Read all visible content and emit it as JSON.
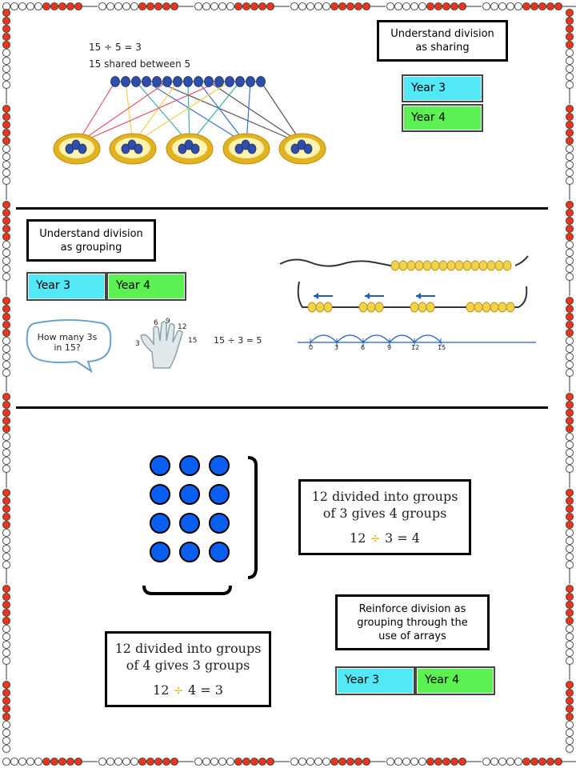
{
  "sections": {
    "sharing": {
      "title": "Understand division as sharing",
      "title_lines": [
        "Understand division",
        "as sharing"
      ],
      "years": [
        "Year 3",
        "Year 4"
      ],
      "illustration": {
        "equation": "15 ÷ 5 = 3",
        "caption": "15 shared between 5",
        "total_beads": 15,
        "groups": 5,
        "per_group": 3
      }
    },
    "grouping": {
      "title_lines": [
        "Understand division",
        "as grouping"
      ],
      "years": [
        "Year 3",
        "Year 4"
      ],
      "illustration": {
        "speech_bubble": "How many 3s in 15?",
        "speech_lines": [
          "How many 3s",
          "in 15?"
        ],
        "hand_numbers": [
          "3",
          "6",
          "9",
          "12",
          "15"
        ],
        "equation": "15 ÷ 3 = 5",
        "number_line": [
          "0",
          "3",
          "6",
          "9",
          "12",
          "15"
        ]
      }
    },
    "arrays": {
      "array": {
        "rows": 4,
        "cols": 3,
        "dot_color": "#0a5ff0"
      },
      "box_right": {
        "lines": [
          "12 divided into groups",
          "of 3 gives 4 groups"
        ],
        "eq_left": "12",
        "eq_op": "÷",
        "eq_right": "3 = 4"
      },
      "box_left": {
        "lines": [
          "12 divided into groups",
          "of 4 gives 3 groups"
        ],
        "eq_left": "12",
        "eq_op": "÷",
        "eq_right": "4 = 3"
      },
      "reinforce_lines": [
        "Reinforce division as",
        "grouping through the",
        "use of arrays"
      ],
      "years": [
        "Year 3",
        "Year 4"
      ]
    }
  },
  "colors": {
    "year3": "#53e8f5",
    "year4": "#5cf052",
    "bead_red": "#e8351c",
    "bead_blue": "#2f4ea8",
    "bead_yellow": "#f2d24a"
  }
}
